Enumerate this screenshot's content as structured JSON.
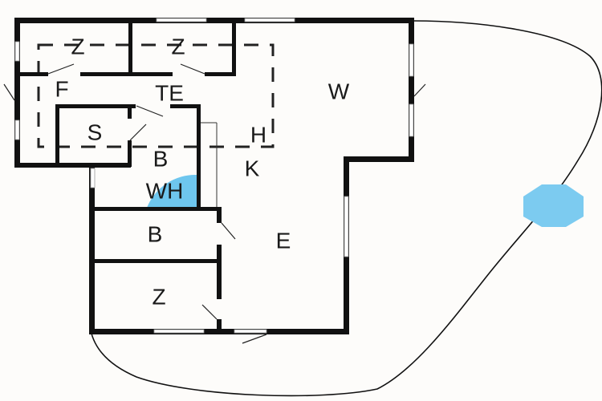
{
  "rooms": {
    "bedroom_1": "Z",
    "bedroom_2": "Z",
    "bedroom_3": "Z",
    "hall": "F",
    "toilet": "TE",
    "storage": "S",
    "bathroom_1": "B",
    "bathroom_2": "B",
    "water_heater": "WH",
    "living": "W",
    "hallway_h": "H",
    "kitchen": "K",
    "dining": "E"
  },
  "colors": {
    "wall": "#111111",
    "garden_outline": "#111111",
    "pool": "#7ccbf0",
    "water_heater": "#6ec6ee",
    "background": "#fdfcfa"
  }
}
